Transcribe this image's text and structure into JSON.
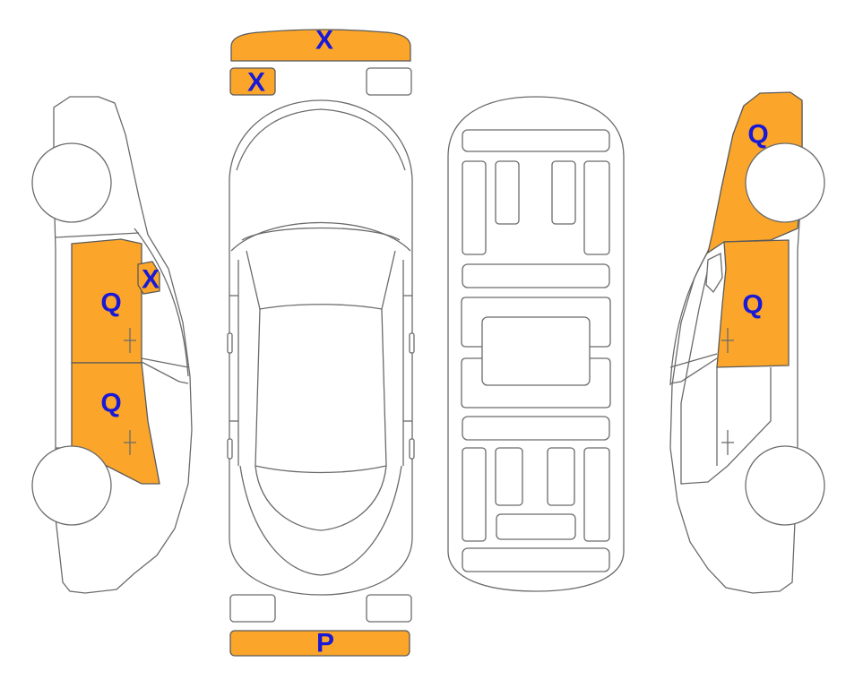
{
  "colors": {
    "highlight": "#FBA62A",
    "label": "#1A1AD6",
    "outline": "#6B6B6B"
  },
  "labels": {
    "top_front_bumper": "X",
    "top_front_left_lamp": "X",
    "rear_bumper": "P",
    "left_front_door": "Q",
    "left_rear_door": "Q",
    "left_mirror": "X",
    "right_rear_quarter": "Q",
    "right_rear_door": "Q"
  }
}
